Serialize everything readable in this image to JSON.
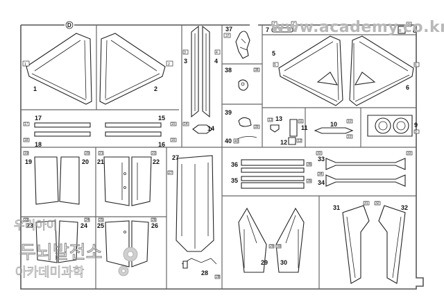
{
  "watermark": {
    "url": "www.academy.co.kr",
    "korean_line1": "우리아이",
    "korean_line2": "두뇌발전소",
    "korean_line3": "아카데미과학"
  },
  "sprue": {
    "letter": "D"
  },
  "part_numbers": {
    "p1": "1",
    "p2": "2",
    "p3": "3",
    "p4": "4",
    "p5": "5",
    "p6": "6",
    "p7": "7",
    "p8": "8",
    "p9": "9",
    "p10": "10",
    "p11": "11",
    "p12": "12",
    "p13": "13",
    "p14": "14",
    "p15": "15",
    "p16": "16",
    "p17": "17",
    "p18": "18",
    "p19": "19",
    "p20": "20",
    "p21": "21",
    "p22": "22",
    "p23": "23",
    "p24": "24",
    "p25": "25",
    "p26": "26",
    "p27": "27",
    "p28": "28",
    "p29": "29",
    "p30": "30",
    "p31": "31",
    "p32": "32",
    "p33": "33",
    "p34": "34",
    "p35": "35",
    "p36": "36",
    "p37": "37",
    "p38": "38",
    "p39": "39",
    "p40": "40"
  },
  "tab_numbers": {
    "t1": "1",
    "t2": "2",
    "t3": "3",
    "t4": "4",
    "t5": "5",
    "t6": "6",
    "t7a": "7",
    "t7b": "7",
    "t8": "8",
    "t9": "9",
    "t10a": "10",
    "t10b": "10",
    "t11": "11",
    "t12": "12",
    "t13": "13",
    "t14": "14",
    "t15": "15",
    "t16": "16",
    "t17": "17",
    "t18": "18",
    "t19": "19",
    "t20": "20",
    "t21": "21",
    "t22": "22",
    "t23": "23",
    "t24": "24",
    "t25": "25",
    "t26": "26",
    "t27": "27",
    "t28": "28",
    "t29": "29",
    "t30": "30",
    "t31": "31",
    "t32": "32",
    "t33a": "33",
    "t33b": "33",
    "t34": "34",
    "t35": "35",
    "t36": "36",
    "t37": "37",
    "t38": "38",
    "t39": "39",
    "t40": "40"
  }
}
